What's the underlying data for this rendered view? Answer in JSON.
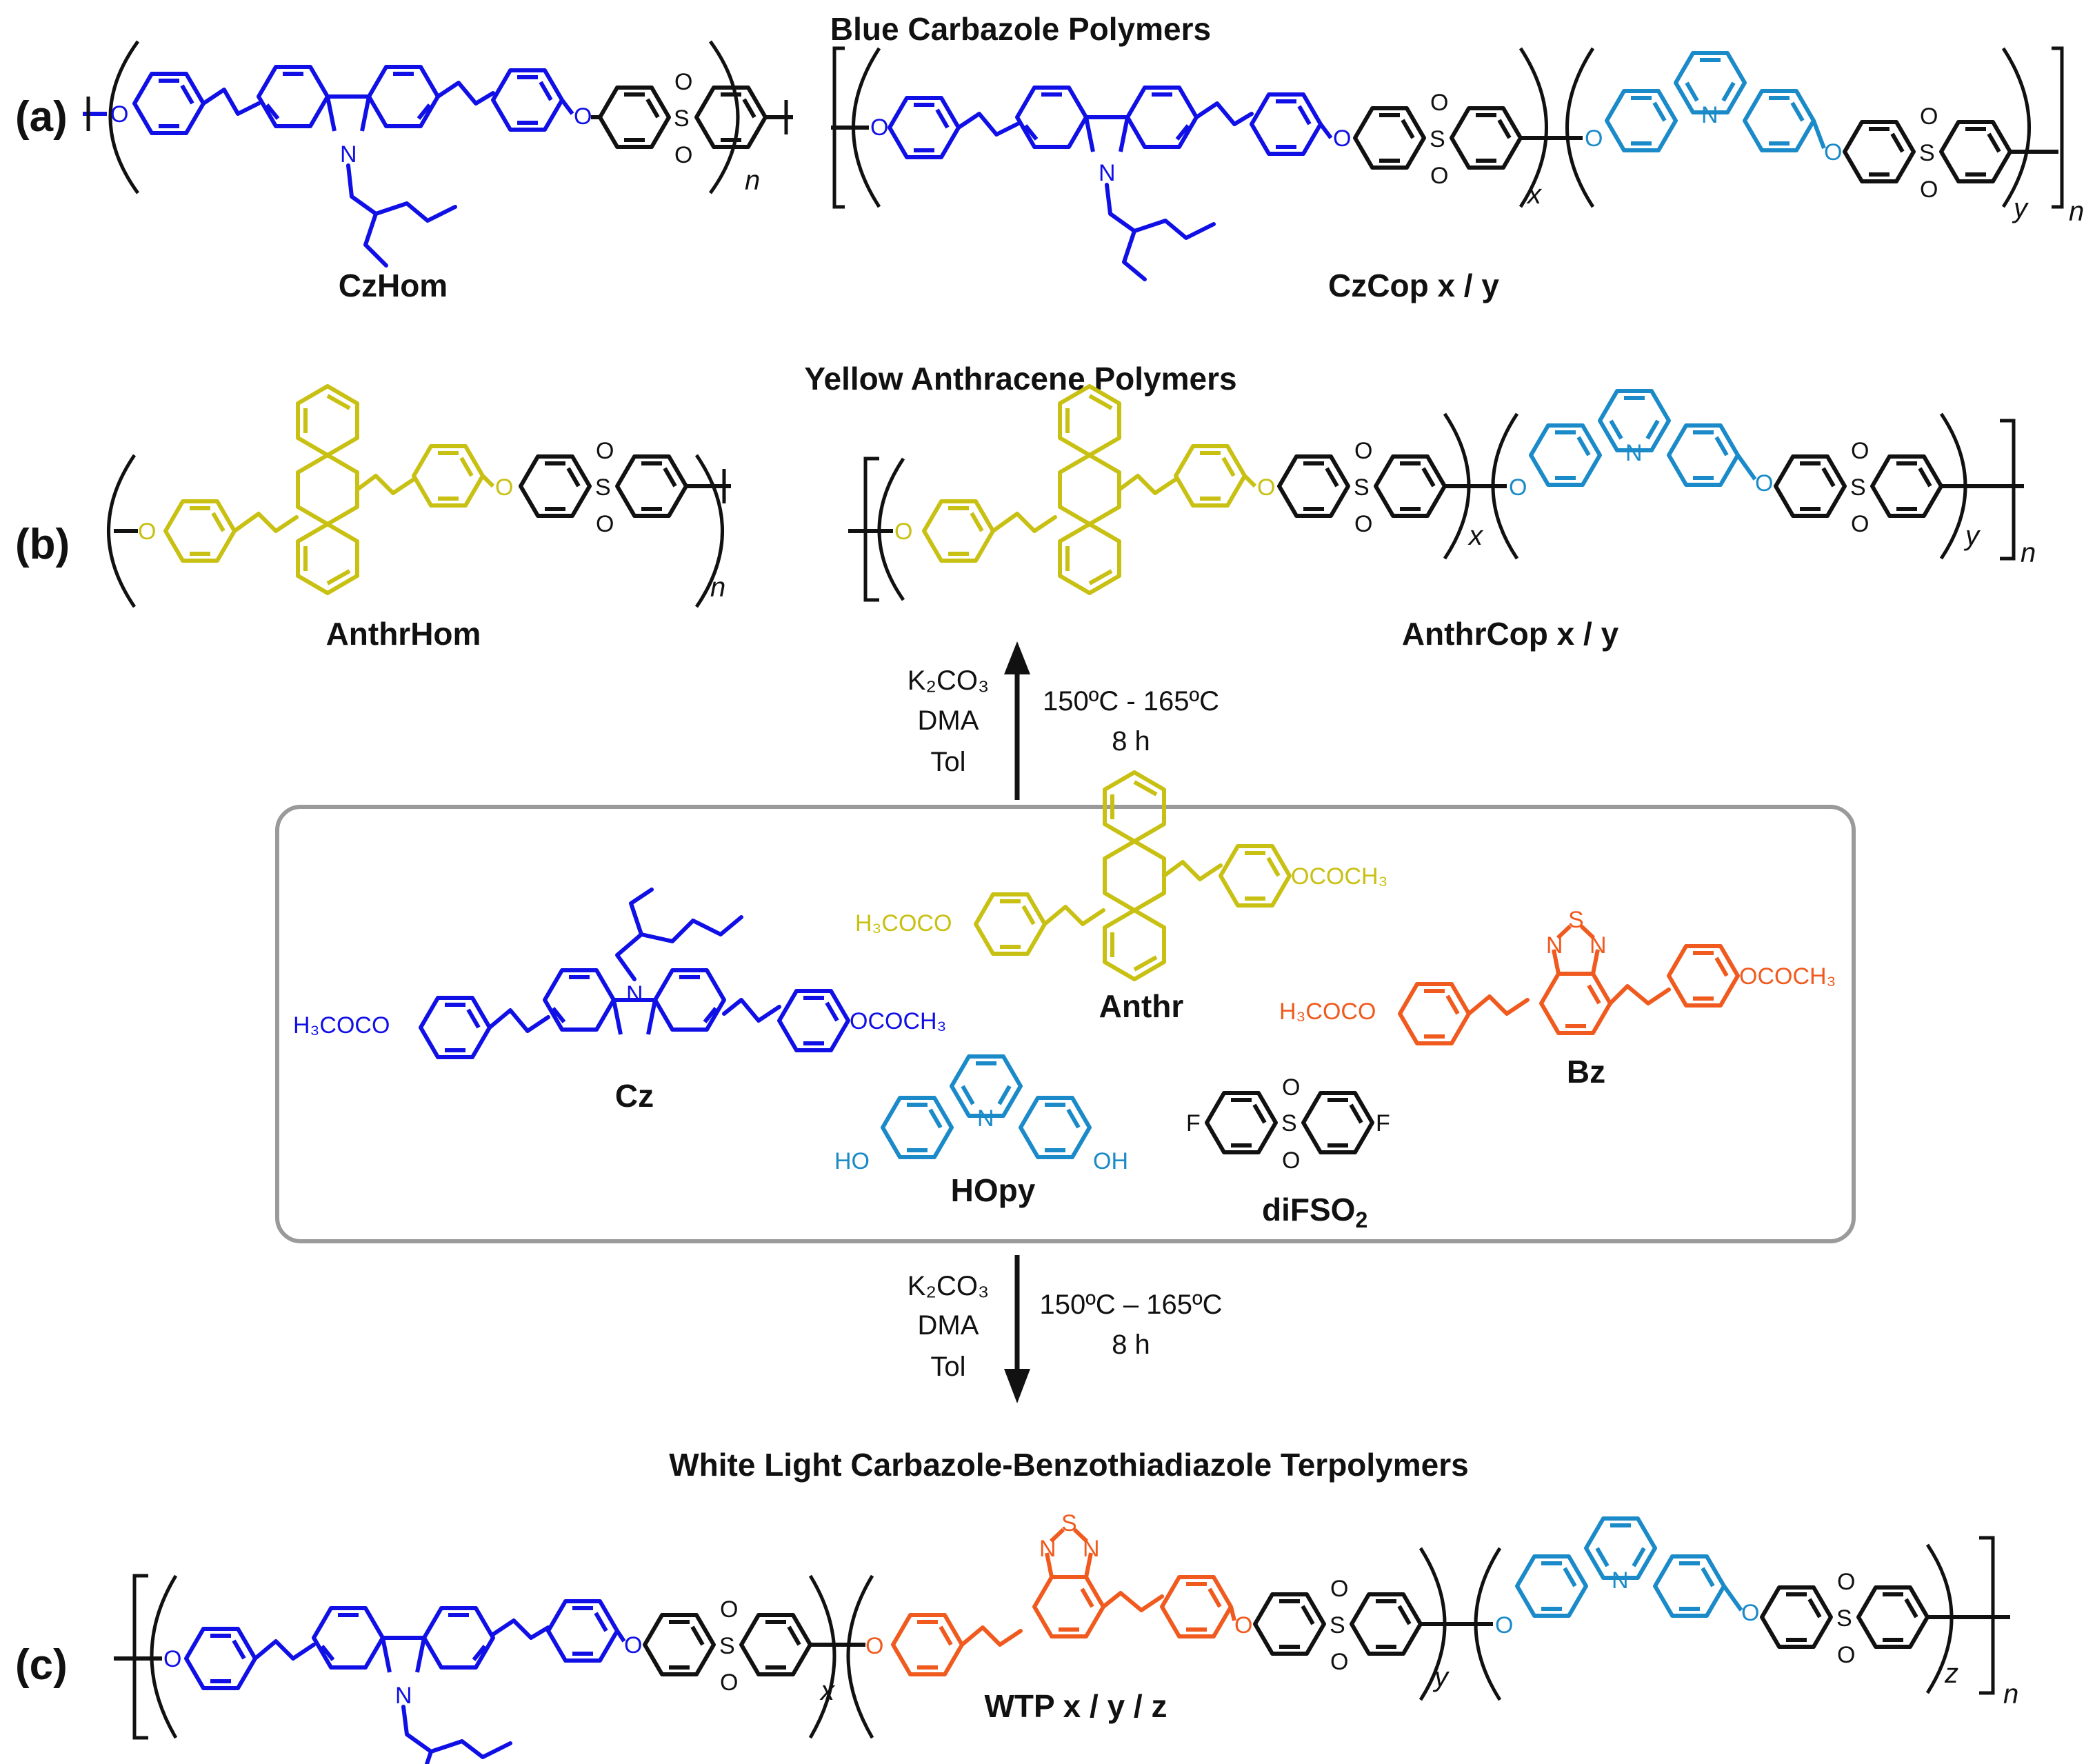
{
  "colors": {
    "carbazole": "#1010e6",
    "anthracene": "#c8c012",
    "pyridine": "#1a8ac8",
    "benzothiadiazole": "#f05a1e",
    "sulfone": "#111111"
  },
  "headings": {
    "blue": "Blue Carbazole Polymers",
    "yellow": "Yellow Anthracene Polymers",
    "white": "White Light Carbazole-Benzothiadiazole Terpolymers"
  },
  "panel_labels": {
    "a": "(a)",
    "b": "(b)",
    "c": "(c)"
  },
  "polymer_names": {
    "cz_hom": "CzHom",
    "cz_cop": "CzCop x / y",
    "anthr_hom": "AnthrHom",
    "anthr_cop": "AnthrCop x / y",
    "wtp": "WTP x / y / z"
  },
  "monomers": {
    "cz": "Cz",
    "anthr": "Anthr",
    "bz": "Bz",
    "hopy": "HOpy",
    "difso2_main": "diFSO",
    "difso2_sub": "2"
  },
  "monomer_groups": {
    "acetoxy_left": "H₃COCO",
    "acetoxy_right": "OCOCH₃",
    "hydroxy_left": "HO",
    "hydroxy_right": "OH",
    "fluoro": "F"
  },
  "atoms": {
    "o": "O",
    "s": "S",
    "n": "N"
  },
  "subscripts": {
    "n": "n",
    "x": "x",
    "y": "y",
    "z": "z"
  },
  "reaction_up": {
    "reagent_1": "K₂CO₃",
    "reagent_2": "DMA",
    "reagent_3": "Tol",
    "temperature": "150ºC - 165ºC",
    "time": "8 h"
  },
  "reaction_down": {
    "reagent_1": "K₂CO₃",
    "reagent_2": "DMA",
    "reagent_3": "Tol",
    "temperature": "150ºC – 165ºC",
    "time": "8 h"
  }
}
